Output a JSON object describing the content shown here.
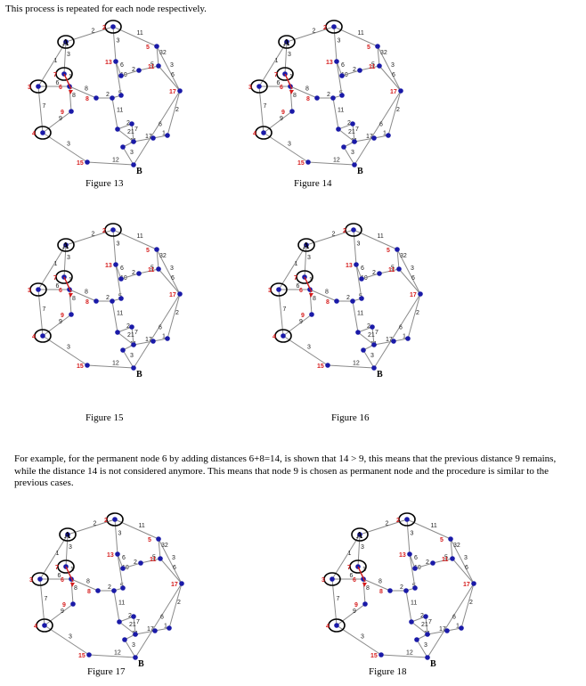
{
  "intro_text": "This process is repeated for each node respectively.",
  "paragraph": "For example, for the permanent node 6 by adding distances 6+8=14, is shown that 14 > 9, this means that the previous distance 9 remains, while the distance 14 is not considered anymore.  This means that node 9 is chosen as permanent node and the procedure is similar to the previous cases.",
  "graph": {
    "node_A": "A",
    "node_B": "B",
    "edge_labels": [
      "2",
      "11",
      "3",
      "6",
      "12",
      "3",
      "7",
      "1",
      "3",
      "1",
      "8",
      "9",
      "8",
      "2",
      "5",
      "10",
      "3",
      "6",
      "2",
      "5",
      "32",
      "6",
      "11",
      "2",
      "7",
      "21",
      "17",
      "1"
    ],
    "node_values": [
      "2",
      "5",
      "13",
      "3",
      "4",
      "7",
      "6",
      "9",
      "15",
      "17",
      "11",
      "8"
    ]
  },
  "figures": [
    {
      "caption": "Figure 13"
    },
    {
      "caption": "Figure 14"
    },
    {
      "caption": "Figure 15"
    },
    {
      "caption": "Figure 16"
    },
    {
      "caption": "Figure 17"
    },
    {
      "caption": "Figure 18"
    }
  ],
  "colors": {
    "node": "#1a1aa8",
    "edge": "#8a8a8a",
    "label_red": "#d61d1d",
    "arrow": "#d61d1d"
  }
}
